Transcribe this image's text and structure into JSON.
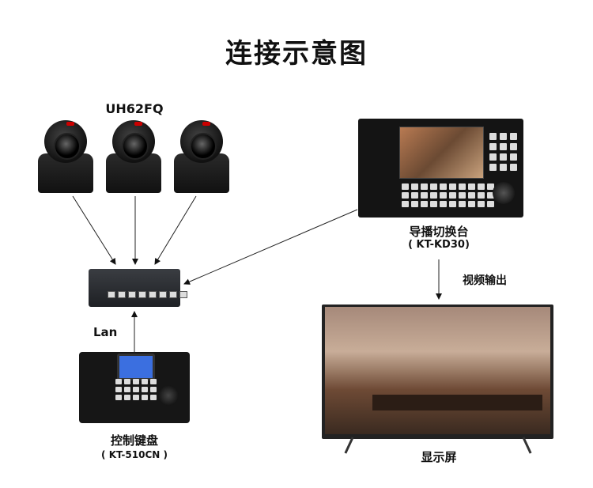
{
  "title": "连接示意图",
  "cameras": {
    "model": "UH62FQ",
    "count": 3
  },
  "switcher": {
    "name": "导播切换台",
    "model": "( KT-KD30)"
  },
  "video_output_label": "视频输出",
  "lan_label": "Lan",
  "controller": {
    "name": "控制键盘",
    "model": "( KT-510CN )"
  },
  "display": {
    "name": "显示屏"
  }
}
